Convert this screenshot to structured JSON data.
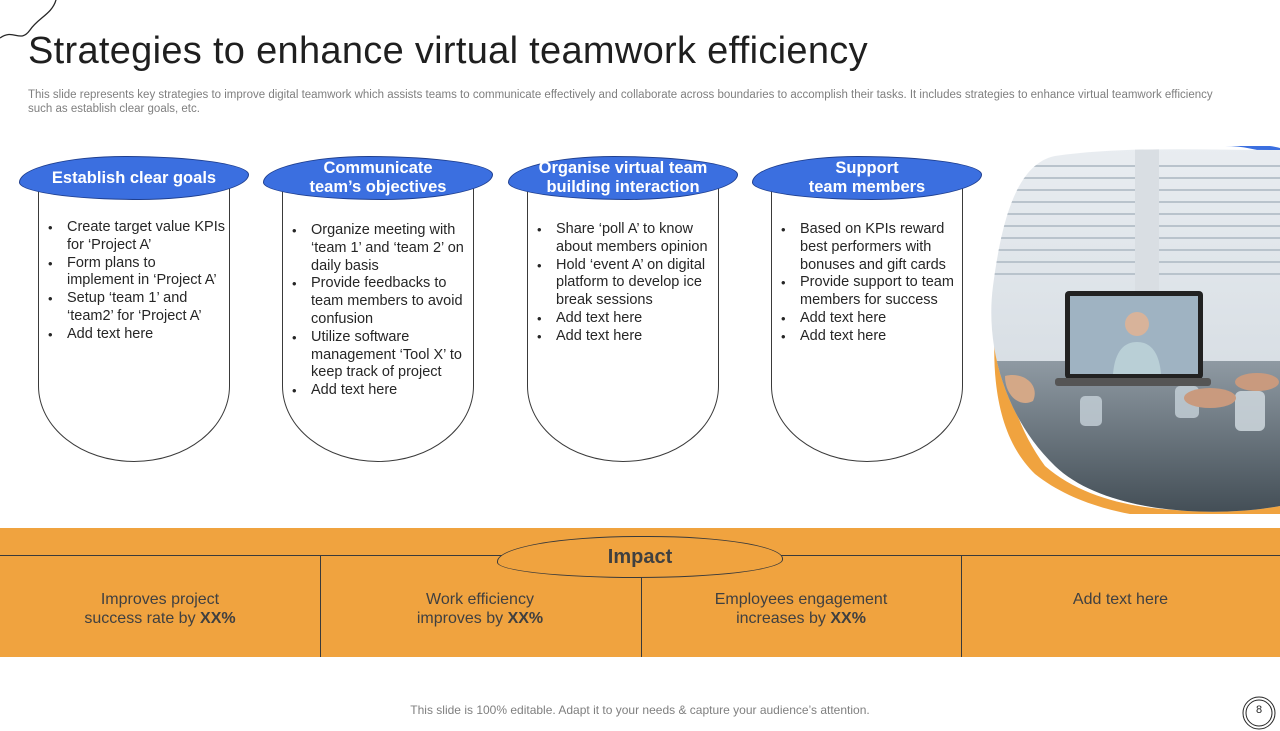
{
  "title": "Strategies to enhance virtual teamwork efficiency",
  "subtitle": "This slide represents key strategies to improve digital teamwork which assists teams to communicate effectively and collaborate across boundaries to accomplish their tasks. It includes strategies to enhance virtual teamwork efficiency such as establish clear goals, etc.",
  "cards": [
    {
      "heading": "Establish clear goals",
      "items": [
        "Create target value KPIs for ‘Project A’",
        "Form plans to implement in ‘Project A’",
        "Setup ‘team 1’ and ‘team2’ for ‘Project A’",
        "Add text here"
      ]
    },
    {
      "heading": "Communicate\nteam’s objectives",
      "items": [
        "Organize meeting with ‘team 1’ and ‘team 2’ on daily basis",
        "Provide feedbacks to team members to avoid confusion",
        "Utilize software management ‘Tool X’ to keep track of project",
        "Add text here"
      ]
    },
    {
      "heading": "Organise virtual team\nbuilding interaction",
      "items": [
        "Share ‘poll A’ to know about members opinion",
        "Hold ‘event A’ on digital platform to develop ice break sessions",
        "Add text here",
        "Add text here"
      ]
    },
    {
      "heading": "Support\nteam members",
      "items": [
        "Based on KPIs reward best performers with bonuses and gift cards",
        "Provide support to team members for success",
        "Add text here",
        "Add text here"
      ]
    }
  ],
  "impact": {
    "label": "Impact",
    "cells": [
      {
        "text": "Improves project success rate by ",
        "bold": "XX%"
      },
      {
        "text": "Work efficiency improves by ",
        "bold": "XX%"
      },
      {
        "text": "Employees engagement increases by ",
        "bold": "XX%"
      },
      {
        "text": "Add text here",
        "bold": ""
      }
    ]
  },
  "footer": "This slide is 100% editable. Adapt it to your needs & capture your audience’s attention.",
  "page_number": "8",
  "colors": {
    "accent_blue": "#3b6fe0",
    "accent_orange": "#f0a33f"
  },
  "icons": [
    "decorative-curve-icon",
    "video-meeting-photo"
  ]
}
